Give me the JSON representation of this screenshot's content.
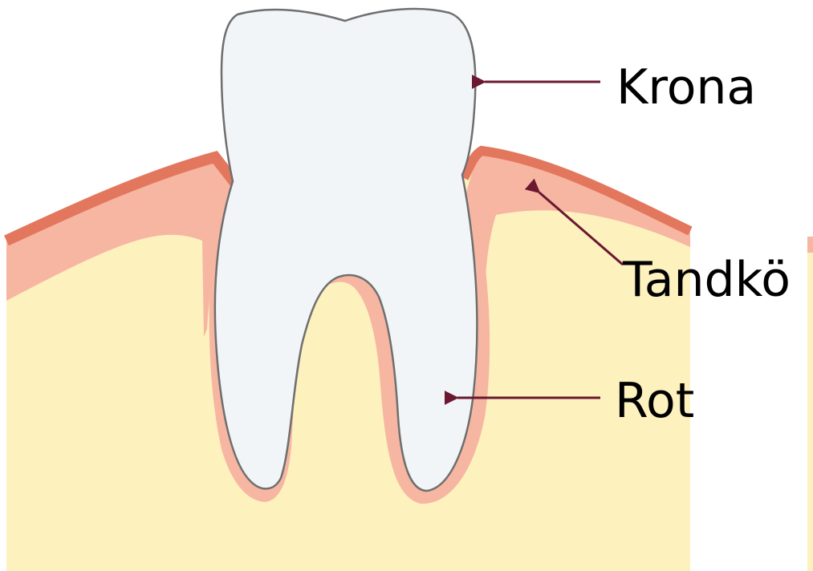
{
  "labels": {
    "crown": "Krona",
    "gum": "Tandkö",
    "root": "Rot"
  },
  "colors": {
    "bone": "#fdf1be",
    "gum_light": "#f6b6a2",
    "gum_dark": "#e2775d",
    "tooth": "#f1f5f8",
    "tooth_outline": "#6f6f6f",
    "arrow": "#6b1830"
  }
}
